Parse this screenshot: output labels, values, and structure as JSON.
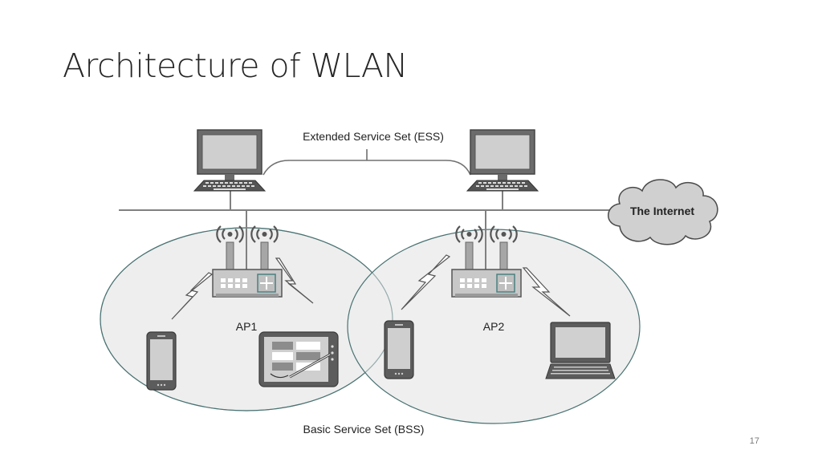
{
  "slide": {
    "title": "Architecture of WLAN",
    "page_number": "17"
  },
  "labels": {
    "ess": "Extended Service Set (ESS)",
    "internet": "The Internet",
    "ap1": "AP1",
    "ap2": "AP2",
    "bss": "Basic Service Set (BSS)"
  },
  "colors": {
    "bss_fill": "#eeeeee",
    "bss_stroke": "#4a7272",
    "device_fill": "#d9d9d9",
    "device_dark": "#595959",
    "line": "#808080",
    "cloud_fill": "#d0d0d0"
  }
}
